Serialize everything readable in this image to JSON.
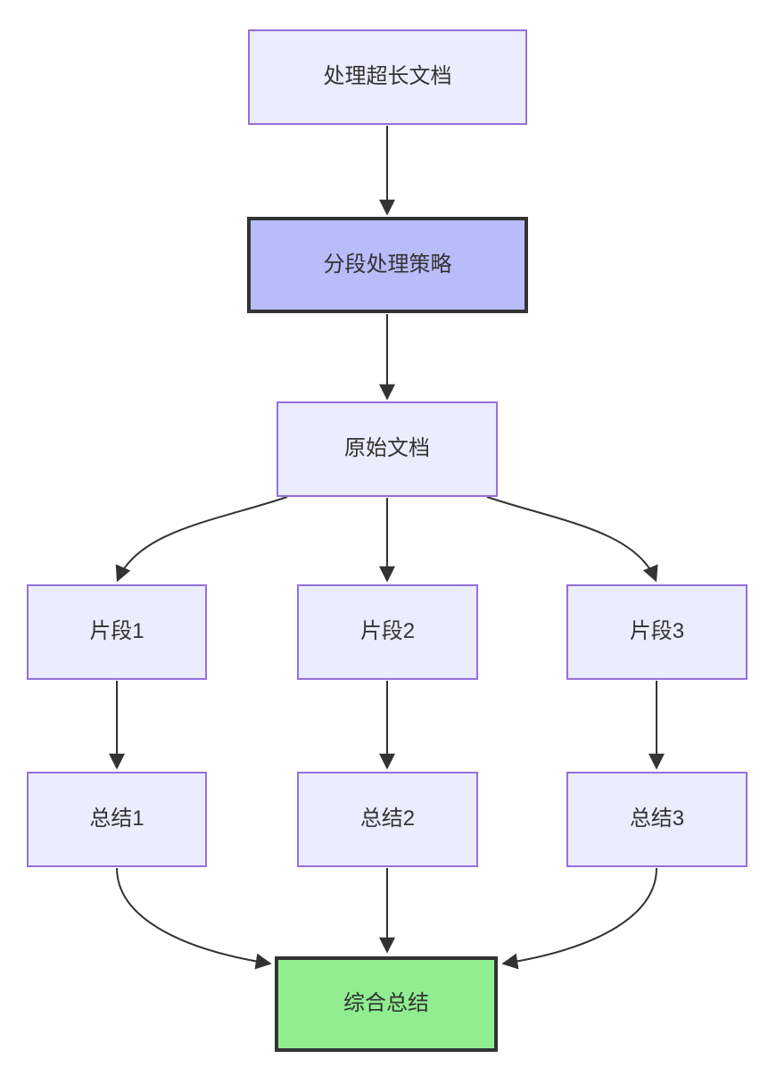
{
  "diagram": {
    "type": "flowchart",
    "direction": "top-down",
    "nodes": [
      {
        "id": "start",
        "label": "处理超长文档",
        "shape": "rect",
        "style": "default"
      },
      {
        "id": "strategy",
        "label": "分段处理策略",
        "shape": "rect",
        "style": "highlight-purple"
      },
      {
        "id": "source-doc",
        "label": "原始文档",
        "shape": "rect",
        "style": "default"
      },
      {
        "id": "fragment-1",
        "label": "片段1",
        "shape": "rect",
        "style": "default"
      },
      {
        "id": "fragment-2",
        "label": "片段2",
        "shape": "rect",
        "style": "default"
      },
      {
        "id": "fragment-3",
        "label": "片段3",
        "shape": "rect",
        "style": "default"
      },
      {
        "id": "summary-1",
        "label": "总结1",
        "shape": "rect",
        "style": "default"
      },
      {
        "id": "summary-2",
        "label": "总结2",
        "shape": "rect",
        "style": "default"
      },
      {
        "id": "summary-3",
        "label": "总结3",
        "shape": "rect",
        "style": "default"
      },
      {
        "id": "final-summary",
        "label": "综合总结",
        "shape": "rect",
        "style": "highlight-green"
      }
    ],
    "edges": [
      {
        "from": "start",
        "to": "strategy"
      },
      {
        "from": "strategy",
        "to": "source-doc"
      },
      {
        "from": "source-doc",
        "to": "fragment-1"
      },
      {
        "from": "source-doc",
        "to": "fragment-2"
      },
      {
        "from": "source-doc",
        "to": "fragment-3"
      },
      {
        "from": "fragment-1",
        "to": "summary-1"
      },
      {
        "from": "fragment-2",
        "to": "summary-2"
      },
      {
        "from": "fragment-3",
        "to": "summary-3"
      },
      {
        "from": "summary-1",
        "to": "final-summary"
      },
      {
        "from": "summary-2",
        "to": "final-summary"
      },
      {
        "from": "summary-3",
        "to": "final-summary"
      }
    ],
    "colors": {
      "node_fill": "#ECECFF",
      "node_border": "#9370DB",
      "strategy_fill": "#B8BCF8",
      "strategy_border": "#333333",
      "result_fill": "#90EE90",
      "result_border": "#333333",
      "edge": "#333333",
      "text": "#333333",
      "background": "#FFFFFF"
    }
  }
}
